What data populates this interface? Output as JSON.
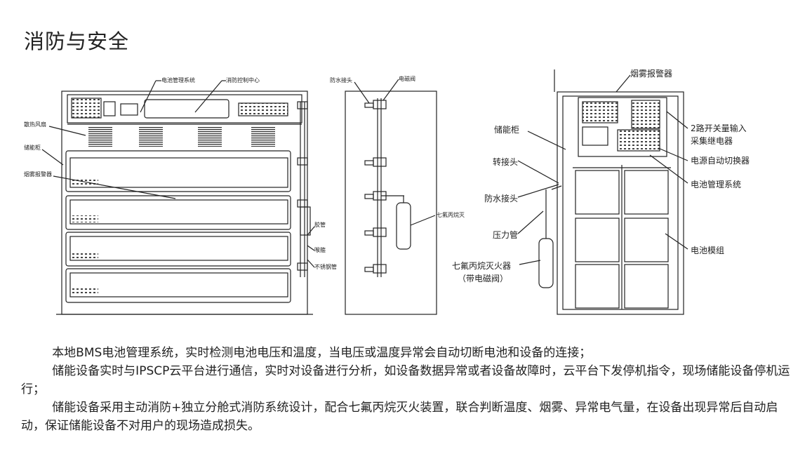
{
  "title": "消防与安全",
  "diagrams": {
    "front": {
      "labels": {
        "bms": "电池管理系统",
        "fire_center": "消防控制中心",
        "fan": "散热风扇",
        "cabinet": "储能柜",
        "smoke": "烟雾报警器",
        "rubber_pipe": "胶管",
        "nozzle": "喉箍",
        "steel_pipe": "不锈钢管"
      }
    },
    "side": {
      "labels": {
        "waterproof": "防水接头",
        "solenoid": "电磁阀",
        "extinguisher": "七氟丙烷灭"
      }
    },
    "internal": {
      "labels": {
        "smoke_alarm": "烟雾报警器",
        "cabinet": "储能柜",
        "switch_input_1": "2路开关量输入",
        "switch_input_2": "采集继电器",
        "adapter": "转接头",
        "auto_switch": "电源自动切换器",
        "waterproof": "防水接头",
        "bms": "电池管理系统",
        "pressure_pipe": "压力管",
        "battery_module": "电池模组",
        "extinguisher_1": "七氟丙烷灭火器",
        "extinguisher_2": "（带电磁阀）"
      }
    }
  },
  "description": [
    "本地BMS电池管理系统，实时检测电池电压和温度，当电压或温度异常会自动切断电池和设备的连接；",
    "储能设备实时与IPSCP云平台进行通信，实时对设备进行分析，如设备数据异常或者设备故障时，云平台下发停机指令，现场储能设备停机运行；",
    "储能设备采用主动消防+独立分舱式消防系统设计，配合七氟丙烷灭火装置，联合判断温度、烟雾、异常电气量，在设备出现异常后自动启动，保证储能设备不对用户的现场造成损失。"
  ]
}
